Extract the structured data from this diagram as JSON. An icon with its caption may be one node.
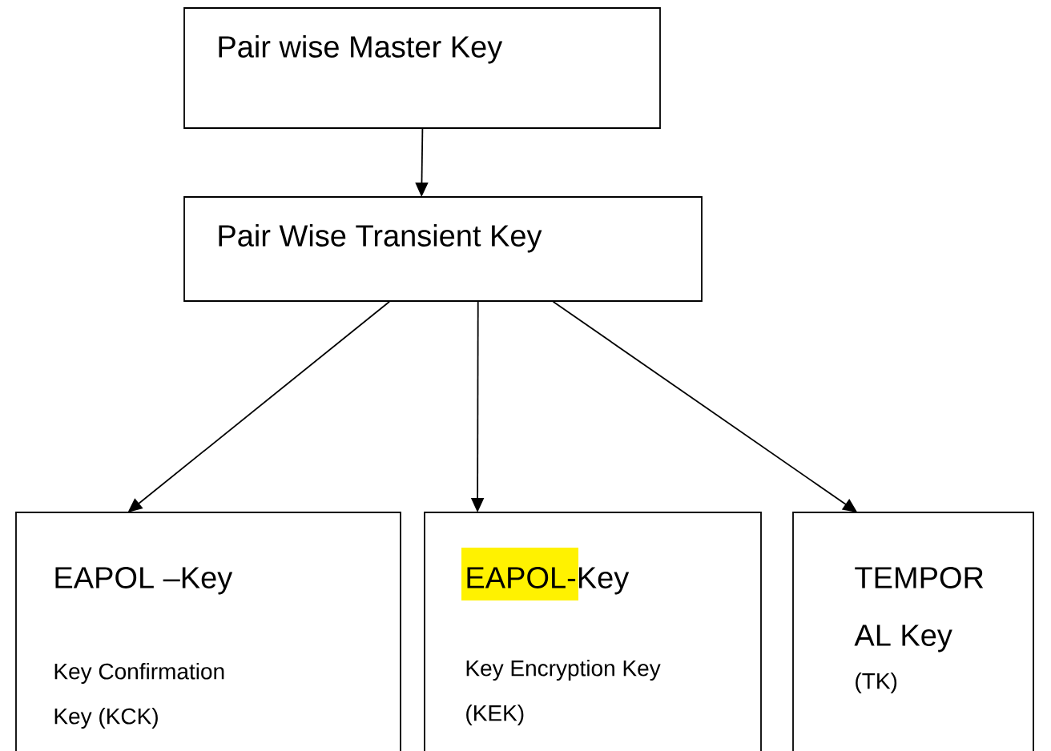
{
  "diagram": {
    "nodes": [
      {
        "text": [
          "Pair wise Master Key"
        ]
      },
      {
        "text": [
          "Pair Wise Transient Key"
        ]
      },
      {
        "text": [
          "EAPOL –Key",
          "Key Confirmation Key (KCK)"
        ]
      },
      {
        "text": [
          "EAPOL-Key",
          "Key Encryption Key (KEK)"
        ]
      },
      {
        "text": [
          "TEMPOR AL Key",
          "(TK)"
        ]
      }
    ],
    "edges": [
      {
        "from": 0,
        "to": 1,
        "arrow": "to"
      },
      {
        "from": 1,
        "to": 2,
        "arrow": "to"
      },
      {
        "from": 1,
        "to": 3,
        "arrow": "to"
      },
      {
        "from": 1,
        "to": 4,
        "arrow": "to"
      }
    ]
  }
}
